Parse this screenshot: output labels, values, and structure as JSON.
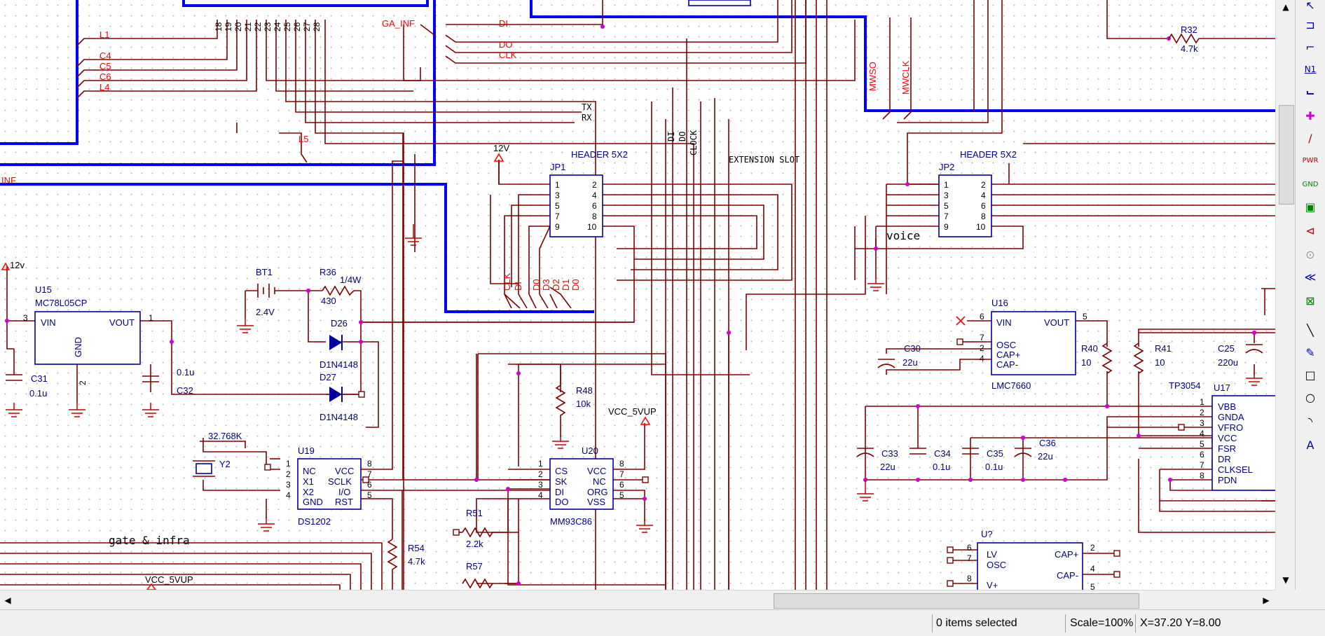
{
  "schematic": {
    "bus_labels": {
      "l1": "L1",
      "c4": "C4",
      "c5": "C5",
      "c6": "C6",
      "l4": "L4",
      "l5": "L5",
      "ga_inf": "GA_INF",
      "di": "DI",
      "do": "DO",
      "clk": "CLK",
      "inf": "INF",
      "mwso": "MWSO",
      "mwclk": "MWCLK",
      "tx": "TX",
      "rx": "RX",
      "clk_v": "CLK",
      "di_v": "DI",
      "d0": "D0",
      "d3": "D3",
      "d2": "D2",
      "d1": "D1",
      "d0b": "D0",
      "clock_v": "CLOCK",
      "do_v": "DO",
      "di_v2": "DI"
    },
    "top_pins": [
      "18",
      "19",
      "20",
      "21",
      "22",
      "23",
      "24",
      "25",
      "26",
      "27",
      "28"
    ],
    "notes": {
      "extension_slot": "EXTENSION SLOT",
      "voice": "voice",
      "gate_infra": "gate & infra"
    },
    "power": {
      "p12v_left": "12v",
      "p12v_jp1": "12V",
      "vcc_5vup": "VCC_5VUP",
      "vcc_5vup_bottom": "VCC_5VUP"
    },
    "components": {
      "u15": {
        "ref": "U15",
        "part": "MC78L05CP",
        "vin": "VIN",
        "vout": "VOUT",
        "gnd": "GND",
        "pin_in": "3",
        "pin_out": "1",
        "pin_gnd": "2"
      },
      "c31": {
        "ref": "C31",
        "value": "0.1u"
      },
      "c32": {
        "ref": "C32",
        "value": "0.1u"
      },
      "bt1": {
        "ref": "BT1",
        "value": "2.4V"
      },
      "r36": {
        "ref": "R36",
        "value": "430",
        "note": "1/4W"
      },
      "d26": {
        "ref": "D26",
        "part": "D1N4148"
      },
      "d27": {
        "ref": "D27",
        "part": "D1N4148"
      },
      "y2": {
        "ref": "Y2",
        "value": "32.768K"
      },
      "u19": {
        "ref": "U19",
        "part": "DS1202",
        "left": [
          {
            "n": "1",
            "name": "NC"
          },
          {
            "n": "2",
            "name": "X1"
          },
          {
            "n": "3",
            "name": "X2"
          },
          {
            "n": "4",
            "name": "GND"
          }
        ],
        "right": [
          {
            "n": "8",
            "name": "VCC"
          },
          {
            "n": "7",
            "name": "SCLK"
          },
          {
            "n": "6",
            "name": "I/O"
          },
          {
            "n": "5",
            "name": "RST"
          }
        ]
      },
      "r54": {
        "ref": "R54",
        "value": "4.7k"
      },
      "r51": {
        "ref": "R51",
        "value": "2.2k"
      },
      "r57": {
        "ref": "R57"
      },
      "r48": {
        "ref": "R48",
        "value": "10k"
      },
      "u20": {
        "ref": "U20",
        "part": "MM93C86",
        "left": [
          {
            "n": "1",
            "name": "CS"
          },
          {
            "n": "2",
            "name": "SK"
          },
          {
            "n": "3",
            "name": "DI"
          },
          {
            "n": "4",
            "name": "DO"
          }
        ],
        "right": [
          {
            "n": "8",
            "name": "VCC"
          },
          {
            "n": "7",
            "name": "NC"
          },
          {
            "n": "6",
            "name": "ORG"
          },
          {
            "n": "5",
            "name": "VSS"
          }
        ]
      },
      "jp1": {
        "ref": "JP1",
        "part": "HEADER 5X2",
        "left": [
          "1",
          "3",
          "5",
          "7",
          "9"
        ],
        "right": [
          "2",
          "4",
          "6",
          "8",
          "10"
        ]
      },
      "jp2": {
        "ref": "JP2",
        "part": "HEADER 5X2",
        "left": [
          "1",
          "3",
          "5",
          "7",
          "9"
        ],
        "right": [
          "2",
          "4",
          "6",
          "8",
          "10"
        ]
      },
      "r32": {
        "ref": "R32",
        "value": "4.7k"
      },
      "u16": {
        "ref": "U16",
        "part": "LMC7660",
        "left": [
          {
            "n": "6",
            "name": "VIN"
          },
          {
            "n": "7",
            "name": "OSC"
          },
          {
            "n": "2",
            "name": "CAP+"
          },
          {
            "n": "4",
            "name": "CAP-"
          }
        ],
        "right": [
          {
            "n": "5",
            "name": "VOUT"
          }
        ]
      },
      "c30": {
        "ref": "C30",
        "value": "22u"
      },
      "r40": {
        "ref": "R40",
        "value": "10"
      },
      "r41": {
        "ref": "R41",
        "value": "10"
      },
      "c25": {
        "ref": "C25",
        "value": "220u"
      },
      "c33": {
        "ref": "C33",
        "value": "22u"
      },
      "c34": {
        "ref": "C34",
        "value": "0.1u"
      },
      "c35": {
        "ref": "C35",
        "value": "0.1u"
      },
      "c36": {
        "ref": "C36",
        "value": "22u"
      },
      "u17": {
        "ref": "U17",
        "part": "TP3054",
        "pins": [
          {
            "n": "1",
            "name": "VBB"
          },
          {
            "n": "2",
            "name": "GNDA"
          },
          {
            "n": "3",
            "name": "VFRO"
          },
          {
            "n": "4",
            "name": "VCC"
          },
          {
            "n": "5",
            "name": "FSR"
          },
          {
            "n": "6",
            "name": "DR"
          },
          {
            "n": "7",
            "name": "CLKSEL"
          },
          {
            "n": "8",
            "name": "PDN"
          }
        ]
      },
      "uq": {
        "ref": "U?",
        "left": [
          {
            "n": "6",
            "name": "LV"
          },
          {
            "n": "7",
            "name": "OSC"
          },
          {
            "n": "8",
            "name": "V+"
          }
        ],
        "right": [
          {
            "n": "2",
            "name": "CAP+"
          },
          {
            "n": "4",
            "name": "CAP-"
          },
          {
            "n": "5",
            "name": ""
          }
        ]
      }
    }
  },
  "toolbar": {
    "tools": [
      "select-arrow-icon",
      "port-icon",
      "wire-icon",
      "net-label-icon",
      "bus-icon",
      "junction-icon",
      "bus-entry-icon",
      "power-icon",
      "ground-icon",
      "part-icon",
      "off-page-icon",
      "hierarchical-pin-icon",
      "no-connect-left-icon",
      "no-connect-icon",
      "line-icon",
      "polyline-icon",
      "rectangle-icon",
      "ellipse-icon",
      "arc-icon",
      "text-icon"
    ]
  },
  "status": {
    "selection": "0 items selected",
    "scale": "Scale=100%",
    "coords": "X=37.20  Y=8.00"
  },
  "colors": {
    "wire": "#800000",
    "bus": "#0000ff",
    "part_outline": "#0000a0",
    "net_label": "#ff0000",
    "junction": "#d000d0",
    "grid_dot": "#b9b9b9"
  }
}
